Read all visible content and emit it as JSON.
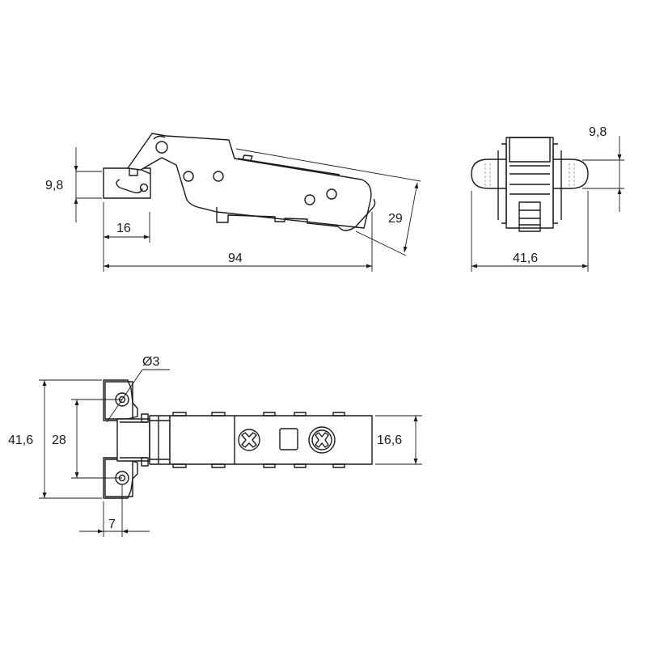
{
  "dimensions": {
    "side_height": "9,8",
    "side_cup_width": "16",
    "side_total_length": "94",
    "side_arm_height": "29",
    "front_thickness": "9,8",
    "front_width": "41,6",
    "top_hole_diameter": "Ø3",
    "top_total_height": "41,6",
    "top_hole_spacing": "28",
    "top_arm_width": "16,6",
    "top_offset": "7"
  }
}
